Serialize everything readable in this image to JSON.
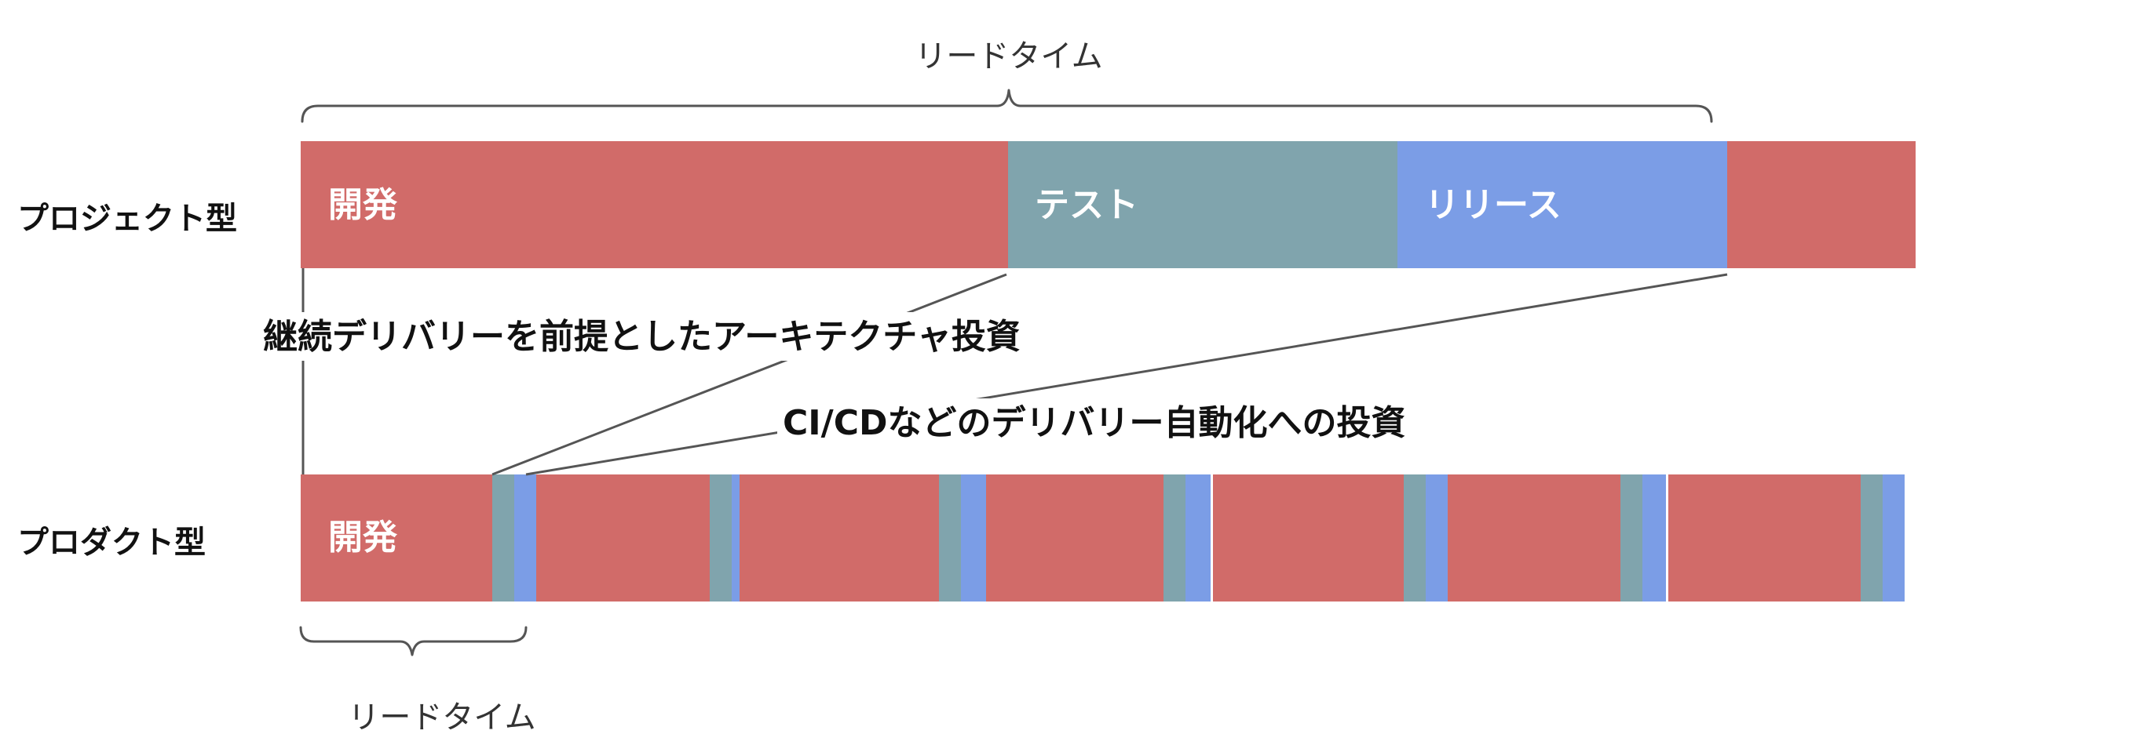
{
  "colors": {
    "dev": "#d16b69",
    "test": "#80a4ad",
    "release": "#7b9de6",
    "line": "#555555",
    "text": "#111111"
  },
  "project": {
    "label": "プロジェクト型",
    "lead_time_label": "リードタイム",
    "phases": [
      {
        "kind": "dev",
        "label": "開発"
      },
      {
        "kind": "test",
        "label": "テスト"
      },
      {
        "kind": "release",
        "label": "リリース"
      },
      {
        "kind": "dev",
        "label": ""
      }
    ]
  },
  "product": {
    "label": "プロダクト型",
    "lead_time_label": "リードタイム",
    "first_label": "開発"
  },
  "annotations": {
    "architecture": "継続デリバリーを前提としたアーキテクチャ投資",
    "cicd": "CI/CDなどのデリバリー自動化への投資"
  }
}
